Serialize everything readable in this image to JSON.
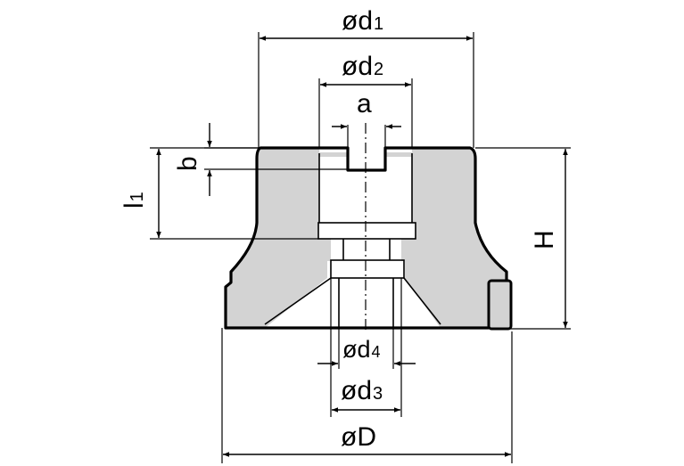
{
  "labels": {
    "d1": "ød",
    "d1_sub": "1",
    "d2": "ød",
    "d2_sub": "2",
    "a": "a",
    "b": "b",
    "l1": "l",
    "l1_sub": "1",
    "H": "H",
    "d4": "ød",
    "d4_sub": "4",
    "d3": "ød",
    "d3_sub": "3",
    "D": "øD"
  },
  "colors": {
    "section_fill": "#d3d3d3",
    "line": "#000000",
    "background": "#ffffff"
  }
}
